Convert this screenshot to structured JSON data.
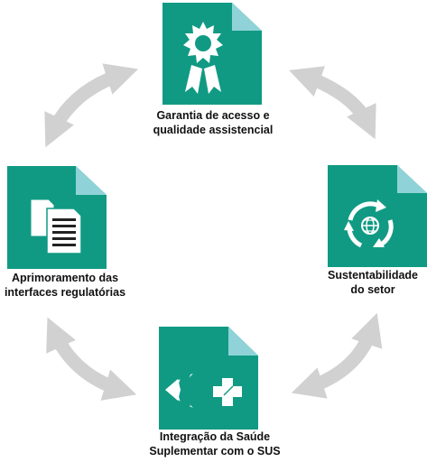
{
  "colors": {
    "doc_fill": "#119a83",
    "doc_fold": "#8fd3d8",
    "arrow": "#d1d1d1",
    "icon": "#ffffff"
  },
  "nodes": {
    "top": {
      "icon": "award-ribbon-icon",
      "line1": "Garantia de acesso e",
      "line2": "qualidade assistencial"
    },
    "right": {
      "icon": "recycle-globe-icon",
      "line1": "Sustentabilidade",
      "line2": "do setor"
    },
    "bottom": {
      "icon": "ans-sus-logo-icon",
      "line1": "Integração da Saúde",
      "line2": "Suplementar com o SUS"
    },
    "left": {
      "icon": "documents-icon",
      "line1": "Aprimoramento das",
      "line2": "interfaces regulatórias"
    }
  }
}
